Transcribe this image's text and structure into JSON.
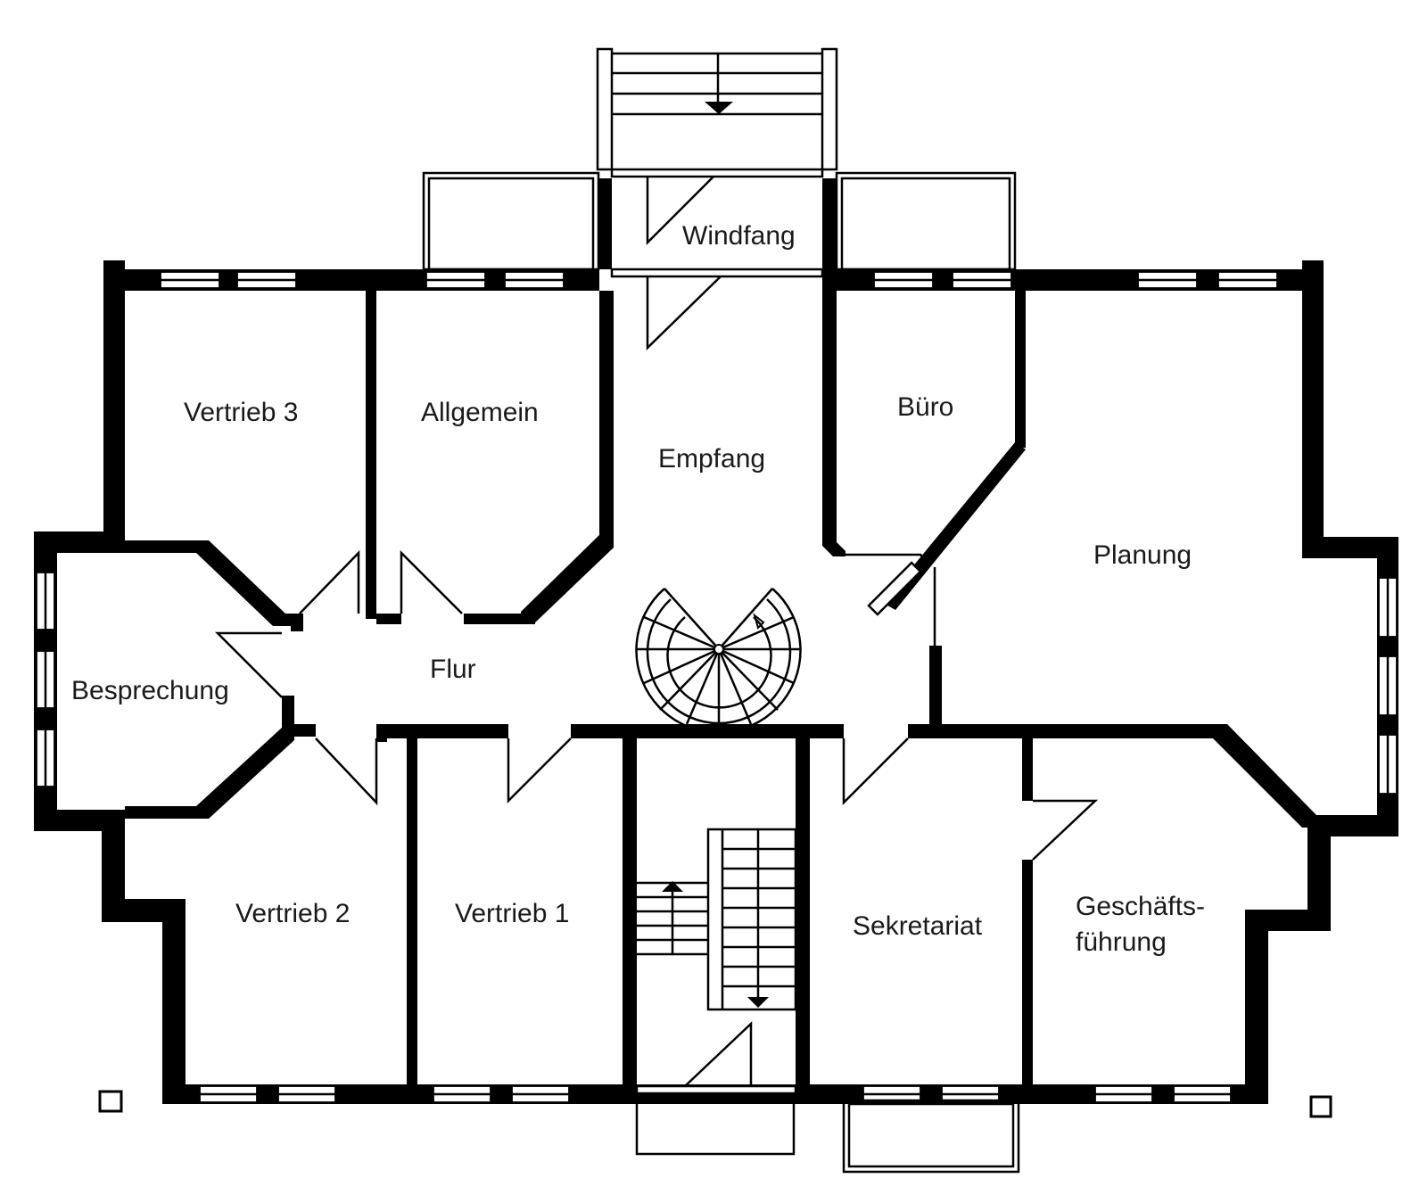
{
  "floorplan": {
    "rooms": {
      "windfang": "Windfang",
      "vertrieb3": "Vertrieb 3",
      "allgemein": "Allgemein",
      "empfang": "Empfang",
      "buero": "Büro",
      "planung": "Planung",
      "besprechung": "Besprechung",
      "flur": "Flur",
      "vertrieb2": "Vertrieb 2",
      "vertrieb1": "Vertrieb 1",
      "sekretariat": "Sekretariat",
      "geschaeftsfuehrung_line1": "Geschäfts-",
      "geschaeftsfuehrung_line2": "führung"
    },
    "colors": {
      "wall": "#000000",
      "background": "#ffffff",
      "text": "#1a1a1a"
    }
  }
}
